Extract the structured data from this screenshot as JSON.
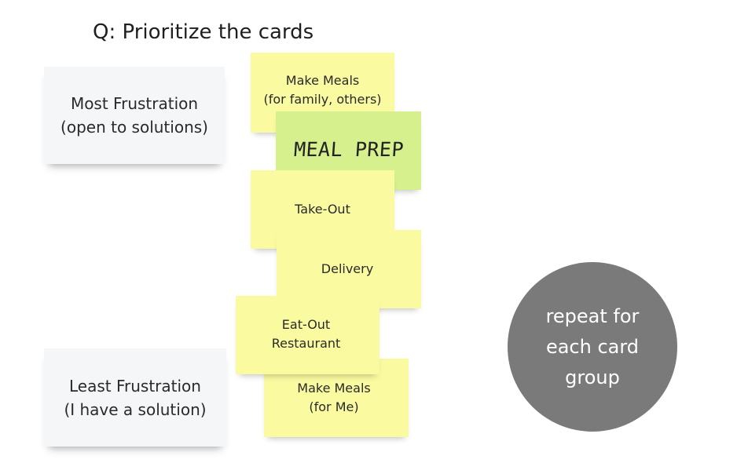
{
  "title": "Q: Prioritize the cards",
  "labels": {
    "most": {
      "line1": "Most Frustration",
      "line2": "(open to solutions)"
    },
    "least": {
      "line1": "Least Frustration",
      "line2": "(I have a solution)"
    }
  },
  "cards": [
    {
      "line1": "Make Meals",
      "line2": "(for family, others)",
      "color": "#fafaa0"
    },
    {
      "line1": "MEAL PREP",
      "color": "#d6f08e"
    },
    {
      "line1": "Take-Out",
      "color": "#fafaa0"
    },
    {
      "line1": "Delivery",
      "color": "#fafaa0"
    },
    {
      "line1": "Eat-Out",
      "line2": "Restaurant",
      "color": "#fafaa0"
    },
    {
      "line1": "Make Meals",
      "line2": "(for Me)",
      "color": "#fafaa0"
    }
  ],
  "note": {
    "line1": "repeat for",
    "line2": "each card",
    "line3": "group",
    "color": "#7a7a7a"
  }
}
